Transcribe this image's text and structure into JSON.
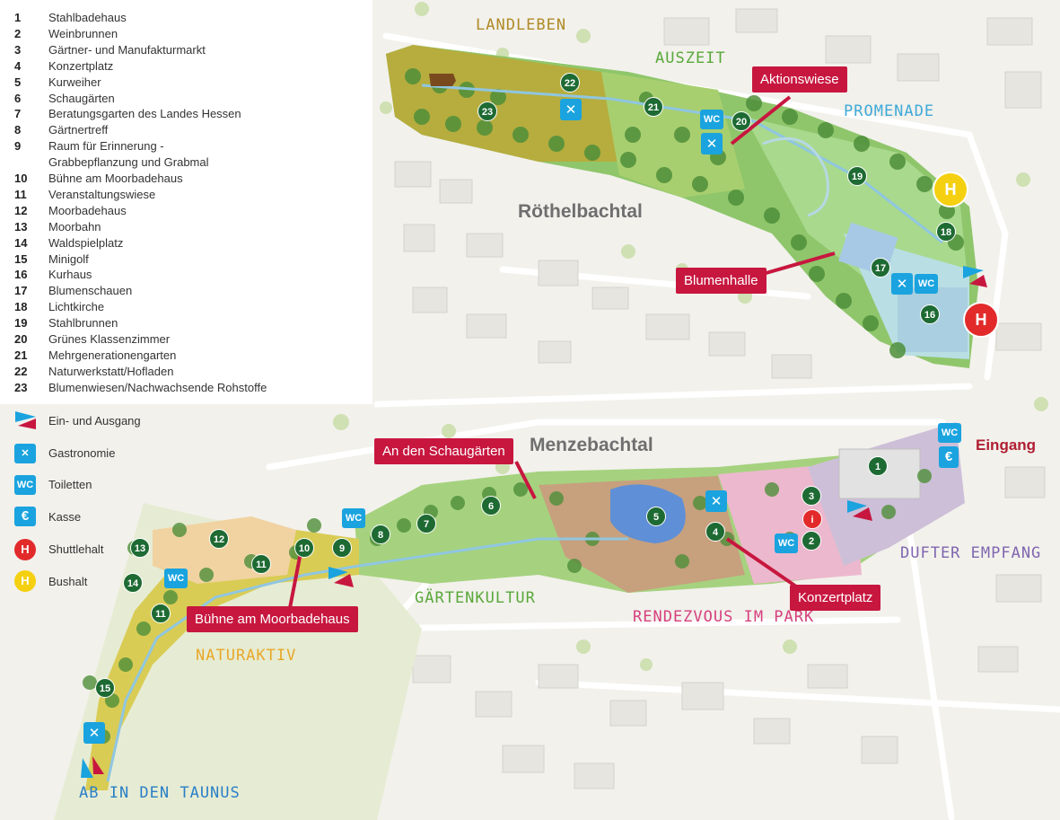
{
  "legend": {
    "items": [
      {
        "num": "1",
        "label": "Stahlbadehaus"
      },
      {
        "num": "2",
        "label": "Weinbrunnen"
      },
      {
        "num": "3",
        "label": "Gärtner- und Manufakturmarkt"
      },
      {
        "num": "4",
        "label": "Konzertplatz"
      },
      {
        "num": "5",
        "label": "Kurweiher"
      },
      {
        "num": "6",
        "label": "Schaugärten"
      },
      {
        "num": "7",
        "label": "Beratungsgarten des Landes Hessen"
      },
      {
        "num": "8",
        "label": "Gärtnertreff"
      },
      {
        "num": "9",
        "label": "Raum für Erinnerung -"
      },
      {
        "num": "",
        "label": "Grabbepflanzung und Grabmal"
      },
      {
        "num": "10",
        "label": "Bühne am Moorbadehaus"
      },
      {
        "num": "11",
        "label": "Veranstaltungswiese"
      },
      {
        "num": "12",
        "label": "Moorbadehaus"
      },
      {
        "num": "13",
        "label": "Moorbahn"
      },
      {
        "num": "14",
        "label": "Waldspielplatz"
      },
      {
        "num": "15",
        "label": "Minigolf"
      },
      {
        "num": "16",
        "label": "Kurhaus"
      },
      {
        "num": "17",
        "label": "Blumenschauen"
      },
      {
        "num": "18",
        "label": "Lichtkirche"
      },
      {
        "num": "19",
        "label": "Stahlbrunnen"
      },
      {
        "num": "20",
        "label": "Grünes Klassenzimmer"
      },
      {
        "num": "21",
        "label": "Mehrgenerationengarten"
      },
      {
        "num": "22",
        "label": "Naturwerkstatt/Hofladen"
      },
      {
        "num": "23",
        "label": "Blumenwiesen/Nachwachsende Rohstoffe"
      }
    ],
    "symbols": {
      "entrance": "Ein- und Ausgang",
      "gastro": "Gastronomie",
      "wc_text": "WC",
      "wc": "Toiletten",
      "euro_text": "€",
      "kasse": "Kasse",
      "h_text": "H",
      "shuttle": "Shuttlehalt",
      "bus": "Bushalt"
    }
  },
  "areas": {
    "landleben": "LANDLEBEN",
    "auszeit": "AUSZEIT",
    "promenade": "PROMENADE",
    "gartenkultur": "GÄRTENKULTUR",
    "rendezvous": "RENDEZVOUS IM PARK",
    "dufter": "DUFTER EMPFANG",
    "naturaktiv": "NATURAKTIV",
    "taunus": "AB IN DEN TAUNUS"
  },
  "valleys": {
    "roethel": "Röthelbachtal",
    "menze": "Menzebachtal"
  },
  "callouts": {
    "aktionswiese": "Aktionswiese",
    "blumenhalle": "Blumenhalle",
    "schaugaerten": "An den Schaugärten",
    "buehne": "Bühne am Moorbadehaus",
    "konzertplatz": "Konzertplatz"
  },
  "eingang": "Eingang",
  "info": "i",
  "colors": {
    "marker": "#1e6a33",
    "service": "#1aa3df",
    "callout": "#c7173f",
    "shuttle": "#e22a2a",
    "bus": "#f5d010"
  }
}
